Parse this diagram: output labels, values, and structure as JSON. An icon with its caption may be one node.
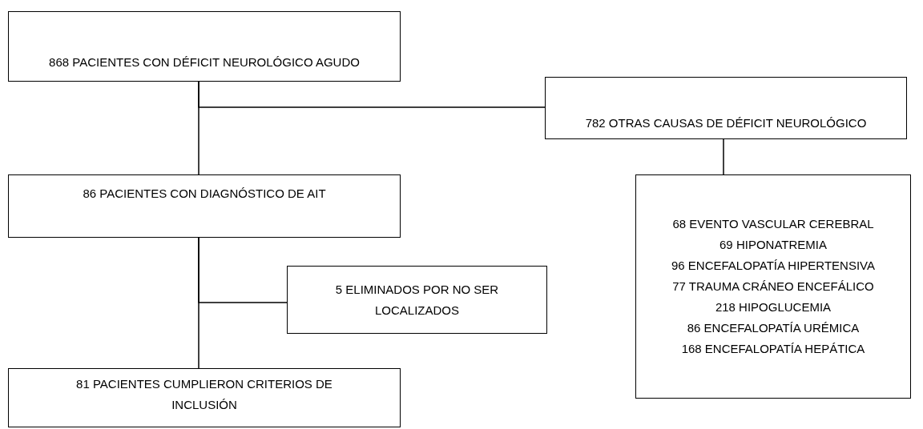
{
  "diagram": {
    "nodes": [
      {
        "text": [
          "868 PACIENTES CON DÉFICIT NEUROLÓGICO AGUDO"
        ]
      },
      {
        "text": [
          "782 OTRAS CAUSAS DE DÉFICIT NEUROLÓGICO"
        ]
      },
      {
        "text": [
          "86 PACIENTES CON DIAGNÓSTICO DE AIT"
        ]
      },
      {
        "text": [
          "5 ELIMINADOS POR NO SER LOCALIZADOS"
        ]
      },
      {
        "text": [
          "68 EVENTO VASCULAR CEREBRAL",
          "69 HIPONATREMIA",
          "96 ENCEFALOPATÍA HIPERTENSIVA",
          "77 TRAUMA CRÁNEO ENCEFÁLICO",
          "218 HIPOGLUCEMIA",
          "86 ENCEFALOPATÍA URÉMICA",
          "168 ENCEFALOPATÍA HEPÁTICA"
        ]
      },
      {
        "text": [
          "81 PACIENTES CUMPLIERON CRITERIOS DE INCLUSIÓN"
        ]
      }
    ],
    "edges": [
      {
        "from": 0,
        "to": 2,
        "arrow": "none"
      },
      {
        "from": 0,
        "to": 1,
        "arrow": "none"
      },
      {
        "from": 1,
        "to": 4,
        "arrow": "none"
      },
      {
        "from": 2,
        "to": 5,
        "arrow": "none"
      },
      {
        "from": 2,
        "to": 3,
        "arrow": "none"
      }
    ]
  }
}
